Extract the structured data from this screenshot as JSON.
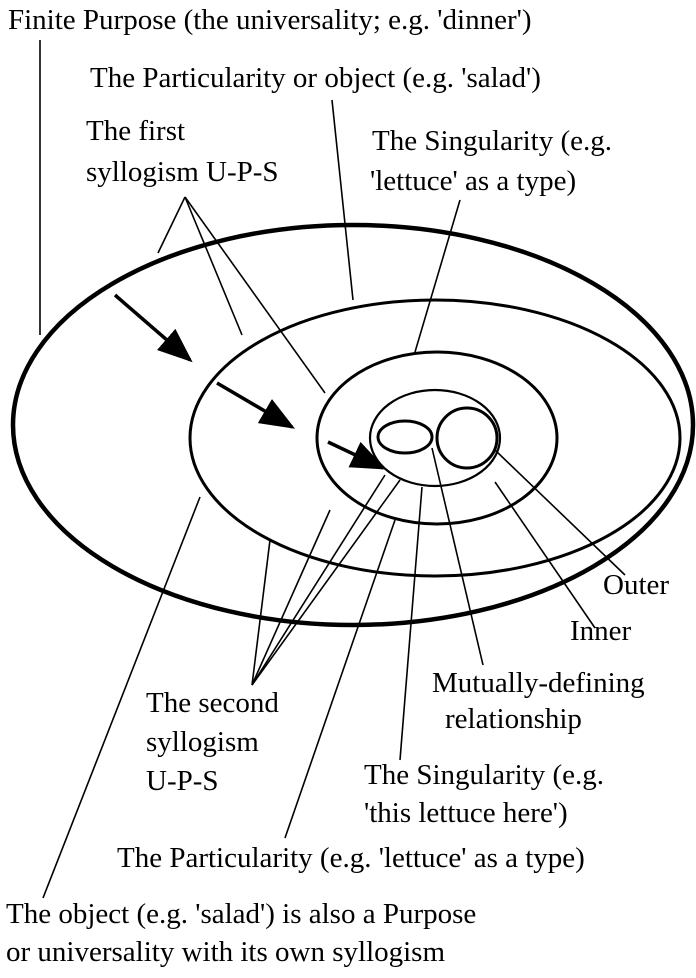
{
  "labels": {
    "finite_purpose": "Finite Purpose (the universality; e.g. 'dinner')",
    "particularity_object": "The Particularity or object (e.g. 'salad')",
    "first_syllogism_1": "The first",
    "first_syllogism_2": "syllogism U-P-S",
    "singularity_type_1": "The Singularity (e.g.",
    "singularity_type_2": "'lettuce' as a type)",
    "outer": "Outer",
    "inner": "Inner",
    "mutual_1": "Mutually-defining",
    "mutual_2": "relationship",
    "second_syllogism_1": "The second",
    "second_syllogism_2": "syllogism",
    "second_syllogism_3": "U-P-S",
    "singularity_here_1": "The Singularity (e.g.",
    "singularity_here_2": "'this lettuce here')",
    "particularity_type": "The Particularity (e.g. 'lettuce' as a type)",
    "object_purpose_1": "The object (e.g. 'salad') is also a Purpose",
    "object_purpose_2": "or universality with its own syllogism"
  }
}
